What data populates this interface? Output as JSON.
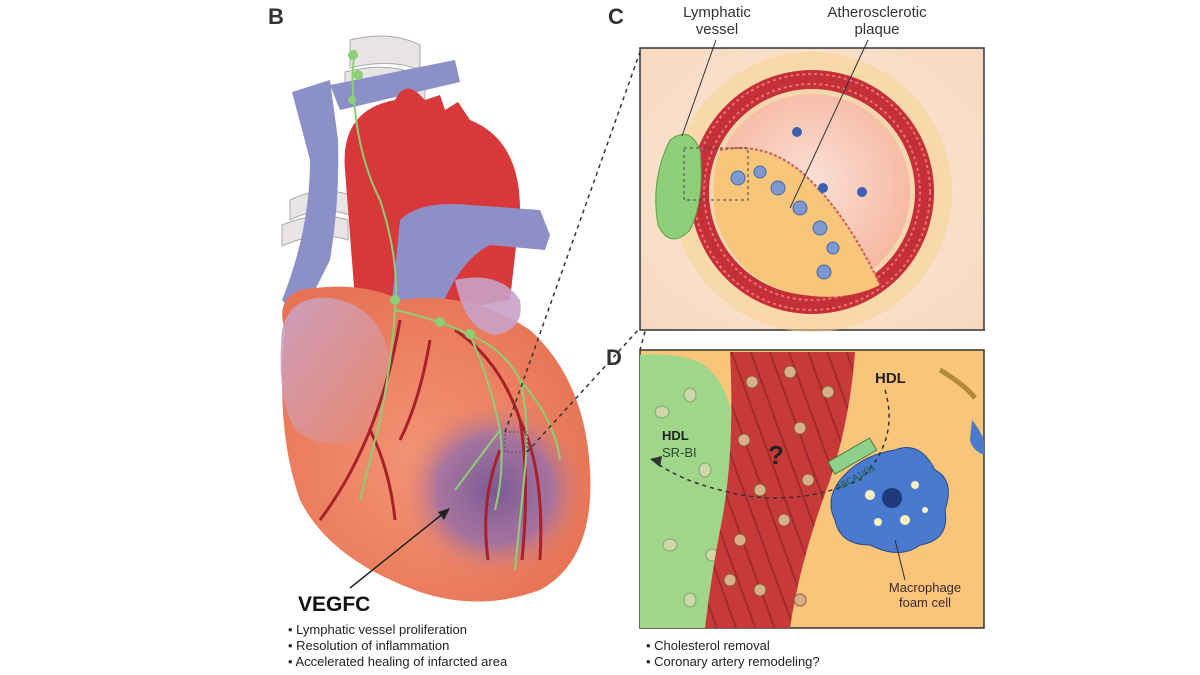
{
  "panels": {
    "b": "B",
    "c": "C",
    "d": "D"
  },
  "panel_c": {
    "lymphatic_label_line1": "Lymphatic",
    "lymphatic_label_line2": "vessel",
    "plaque_label_line1": "Atherosclerotic",
    "plaque_label_line2": "plaque"
  },
  "panel_d": {
    "hdl_top": "HDL",
    "hdl_left": "HDL",
    "srbi": "SR-BI",
    "question": "?",
    "abca": "ABCA1/G1",
    "macrophage_line1": "Macrophage",
    "macrophage_line2": "foam cell"
  },
  "vegfc": {
    "title": "VEGFC",
    "bullets": [
      "Lymphatic vessel proliferation",
      "Resolution of inflammation",
      "Accelerated healing of infarcted area"
    ]
  },
  "panel_d_bullets": [
    "Cholesterol removal",
    "Coronary artery remodeling?"
  ],
  "colors": {
    "aorta_red": "#d63a3a",
    "vein_blue": "#8a8fc4",
    "heart_salmon": "#ef8a6a",
    "infarct_purple": "#8a6aa0",
    "lymph_green": "#8fcf7a",
    "plaque_yellow": "#f6c57a",
    "vessel_wall": "#c0303a",
    "panel_bg": "#f9c57a"
  }
}
